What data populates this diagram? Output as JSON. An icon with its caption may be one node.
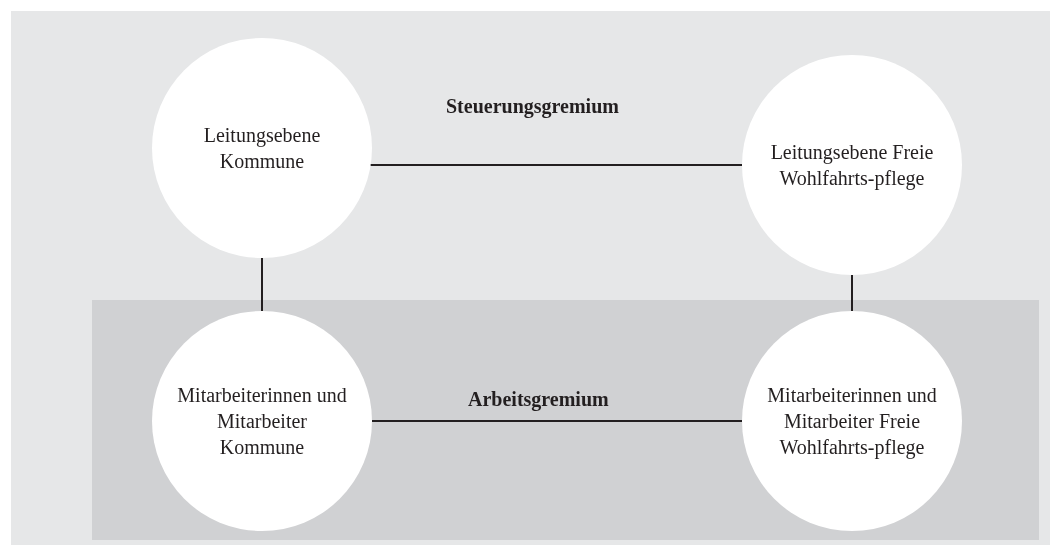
{
  "diagram": {
    "nodes": [
      {
        "text": [
          "Steuerungsgremium"
        ]
      },
      {
        "text": [
          "Leitungsebene Kommune"
        ],
        "in": 0
      },
      {
        "text": [
          "Leitungsebene Freie Wohlfahrts-pflege"
        ],
        "in": 0
      },
      {
        "text": [
          "Arbeitsgremium"
        ],
        "in": 0
      },
      {
        "text": [
          "Mitarbeiterinnen und Mitarbeiter Kommune"
        ],
        "in": 3
      },
      {
        "text": [
          "Mitarbeiterinnen und Mitarbeiter Freie Wohlfahrts-pflege"
        ],
        "in": 3
      }
    ],
    "edges": [
      {
        "from": 1,
        "to": 2,
        "arrow": "none"
      },
      {
        "from": 1,
        "to": 4,
        "arrow": "none"
      },
      {
        "from": 2,
        "to": 5,
        "arrow": "none"
      },
      {
        "from": 4,
        "to": 5,
        "arrow": "none"
      }
    ]
  }
}
